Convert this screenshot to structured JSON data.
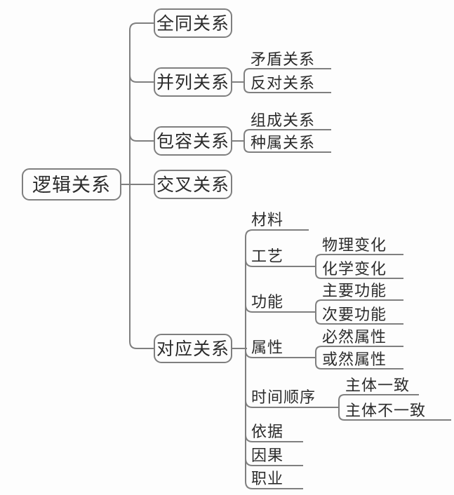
{
  "diagram": {
    "type": "mindmap-tree",
    "title_node": "逻辑关系",
    "colors": {
      "background": "#fdfdfd",
      "line": "#7f7f7f",
      "text": "#2b2b2b",
      "node_fill": "#fdfdfd"
    },
    "tree": {
      "root": "逻辑关系",
      "branches": [
        {
          "label": "全同关系",
          "children": []
        },
        {
          "label": "并列关系",
          "children": [
            {
              "label": "矛盾关系"
            },
            {
              "label": "反对关系"
            }
          ]
        },
        {
          "label": "包容关系",
          "children": [
            {
              "label": "组成关系"
            },
            {
              "label": "种属关系"
            }
          ]
        },
        {
          "label": "交叉关系",
          "children": []
        },
        {
          "label": "对应关系",
          "children": [
            {
              "label": "材料",
              "children": []
            },
            {
              "label": "工艺",
              "children": [
                {
                  "label": "物理变化"
                },
                {
                  "label": "化学变化"
                }
              ]
            },
            {
              "label": "功能",
              "children": [
                {
                  "label": "主要功能"
                },
                {
                  "label": "次要功能"
                }
              ]
            },
            {
              "label": "属性",
              "children": [
                {
                  "label": "必然属性"
                },
                {
                  "label": "或然属性"
                }
              ]
            },
            {
              "label": "时间顺序",
              "children": [
                {
                  "label": "主体一致"
                },
                {
                  "label": "主体不一致"
                }
              ]
            },
            {
              "label": "依据",
              "children": []
            },
            {
              "label": "因果",
              "children": []
            },
            {
              "label": "职业",
              "children": []
            }
          ]
        }
      ]
    }
  }
}
